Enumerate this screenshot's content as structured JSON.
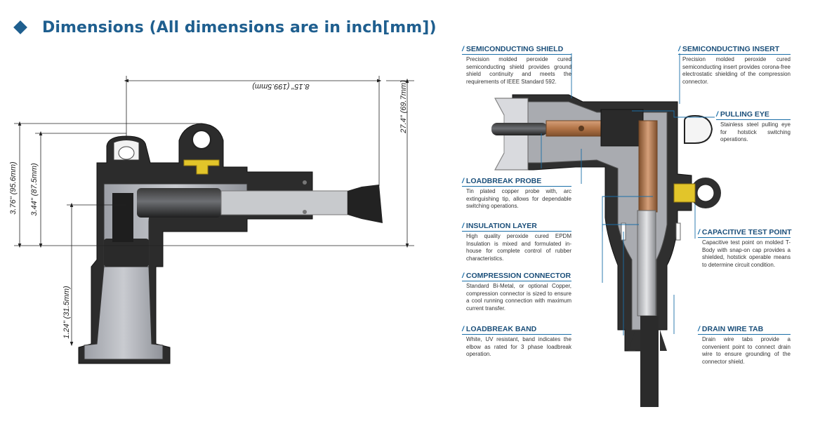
{
  "title": "Dimensions (All dimensions are in inch[mm])",
  "dimensions": {
    "overall_length": "8.15\" (199.5mm)",
    "height_right": "27.4\" (69.7mm)",
    "height_left_outer": "3.76\" (95.6mm)",
    "height_left_inner": "3.44\" (87.5mm)",
    "height_lower": "1.24\" (31.5mm)"
  },
  "callouts": {
    "semiconducting_shield": {
      "title": "SEMICONDUCTING SHIELD",
      "text": "Precision molded peroxide cured semiconducting shield provides ground shield continuity and meets the requirements of IEEE Standard 592."
    },
    "semiconducting_insert": {
      "title": "SEMICONDUCTING INSERT",
      "text": "Precision molded peroxide cured semiconducting insert provides corona-free electrostatic shielding of the compression connector."
    },
    "pulling_eye": {
      "title": "PULLING EYE",
      "text": "Stainless steel pulling eye for hotstick switching operations."
    },
    "loadbreak_probe": {
      "title": "LOADBREAK PROBE",
      "text": "Tin plated copper probe with, arc extinguishing tip, allows for dependable switching operations."
    },
    "insulation_layer": {
      "title": "INSULATION LAYER",
      "text": "High quality peroxide cured EPDM Insulation is mixed and formulated in-house for complete control of rubber characteristics."
    },
    "capacitive_test_point": {
      "title": "CAPACITIVE TEST POINT",
      "text": "Capacitive test point on molded T-Body with snap-on cap provides a shielded, hotstick operable means to determine circuit condition."
    },
    "compression_connector": {
      "title": "COMPRESSION CONNECTOR",
      "text": "Standard Bi-Metal, or optional Copper, compression connector is sized to ensure a cool running connection with maximum current transfer."
    },
    "loadbreak_band": {
      "title": "LOADBREAK BAND",
      "text": "White, UV resistant, band indicates the elbow as rated for 3 phase loadbreak operation."
    },
    "drain_wire_tab": {
      "title": "DRAIN WIRE TAB",
      "text": "Drain wire tabs provide a convenient point to connect drain wire to ensure grounding of the connector shield."
    }
  },
  "colors": {
    "title": "#1f5f8f",
    "callout_heading": "#1b4f7a",
    "callout_line": "#1b6fa8",
    "rubber_black": "#2a2a2a",
    "insulation_gray": "#a7a9ae",
    "probe_copper": "#b07a4a",
    "test_point_yellow": "#e2c52a"
  }
}
